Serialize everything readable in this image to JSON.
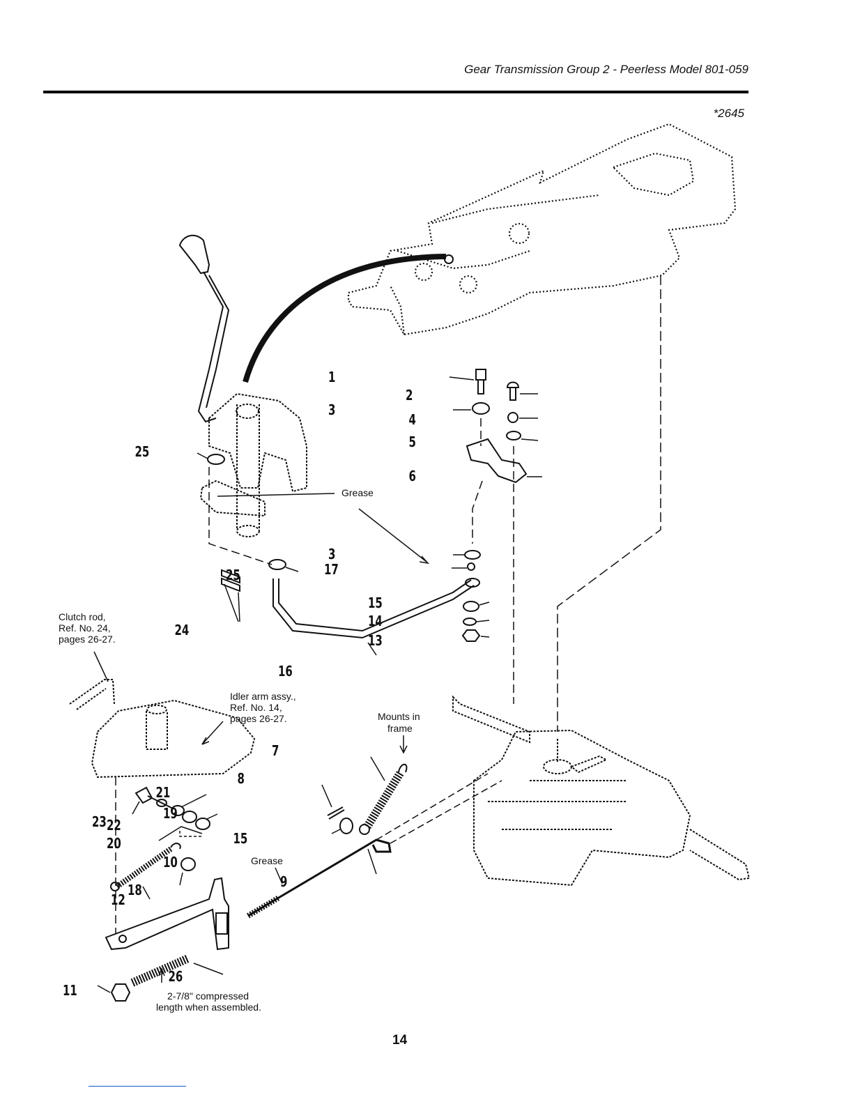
{
  "header": {
    "title": "Gear Transmission Group 2 - Peerless Model 801-059"
  },
  "drawing_number": "*2645",
  "page_number": "14",
  "callouts": {
    "c1": "1",
    "c2": "2",
    "c3a": "3",
    "c4": "4",
    "c5": "5",
    "c6": "6",
    "c25a": "25",
    "c3b": "3",
    "c17": "17",
    "c25b": "25",
    "c24": "24",
    "c15a": "15",
    "c14": "14",
    "c13": "13",
    "c16": "16",
    "c7": "7",
    "c8": "8",
    "c21": "21",
    "c19": "19",
    "c23": "23",
    "c22": "22",
    "c20": "20",
    "c15b": "15",
    "c10": "10",
    "c9": "9",
    "c12": "12",
    "c18": "18",
    "c26": "26",
    "c11": "11"
  },
  "notes": {
    "grease_top": "Grease",
    "grease_bottom": "Grease",
    "clutch_rod": [
      "Clutch rod,",
      "Ref. No. 24,",
      "pages 26-27."
    ],
    "idler_arm": [
      "Idler arm assy.,",
      "Ref. No. 14,",
      "pages 26-27."
    ],
    "mounts_in_frame": [
      "Mounts in",
      "frame"
    ],
    "compressed_length": [
      "2-7/8\" compressed",
      "length when assembled."
    ]
  }
}
